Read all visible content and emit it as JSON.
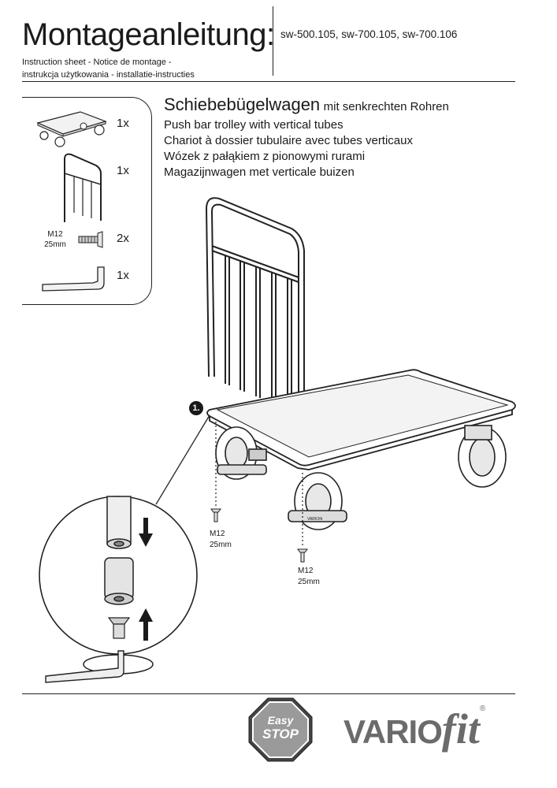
{
  "header": {
    "title": "Montageanleitung:",
    "subtitle_line1": "Instruction sheet - Notice de montage -",
    "subtitle_line2": "instrukcja użytkowania - installatie-instructies",
    "models": "sw-500.105, sw-700.105, sw-700.106"
  },
  "parts": [
    {
      "icon": "trolley-base-icon",
      "qty": "1x"
    },
    {
      "icon": "push-bar-icon",
      "qty": "1x"
    },
    {
      "icon": "screw-icon",
      "qty": "2x",
      "spec_line1": "M12",
      "spec_line2": "25mm"
    },
    {
      "icon": "hex-key-icon",
      "qty": "1x"
    }
  ],
  "product": {
    "name_de": "Schiebebügelwagen",
    "name_de_suffix": "mit senkrechten Rohren",
    "name_en": "Push bar trolley with vertical tubes",
    "name_fr": "Chariot à dossier tubulaire avec tubes verticaux",
    "name_pl": "Wózek z pałąkiem z pionowymi rurami",
    "name_nl": "Magazijnwagen met verticale buizen"
  },
  "diagram": {
    "step": "1.",
    "screw_left_line1": "M12",
    "screw_left_line2": "25mm",
    "screw_right_line1": "M12",
    "screw_right_line2": "25mm",
    "wheel_brand": "VARIOfit"
  },
  "footer": {
    "badge_line1": "Easy",
    "badge_line2": "STOP",
    "logo_main": "VARIO",
    "logo_fit": "fit",
    "logo_mark": "®"
  }
}
